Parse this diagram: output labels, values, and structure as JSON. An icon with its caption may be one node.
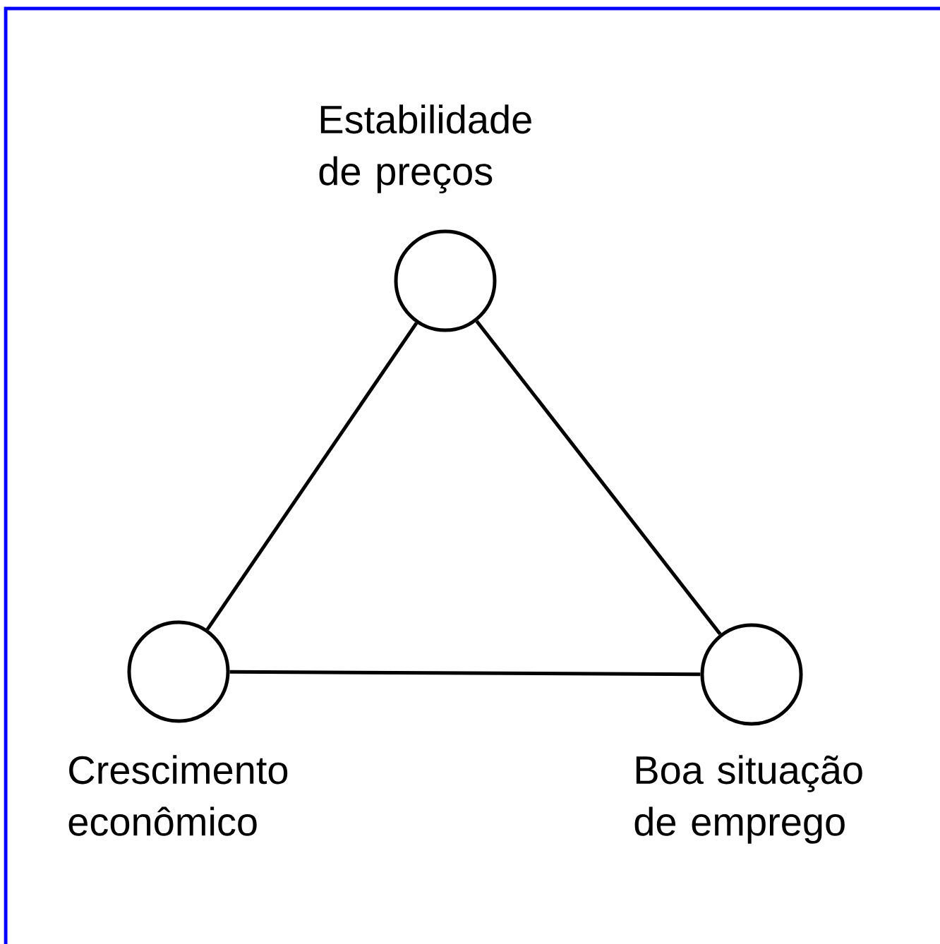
{
  "diagram": {
    "nodes": [
      {
        "text": [
          "Estabilidade de preços"
        ]
      },
      {
        "text": [
          "Crescimento econômico"
        ]
      },
      {
        "text": [
          "Boa situação de emprego"
        ]
      }
    ],
    "edges": [
      {
        "from": 0,
        "to": 1,
        "arrow": "none"
      },
      {
        "from": 1,
        "to": 2,
        "arrow": "none"
      },
      {
        "from": 0,
        "to": 2,
        "arrow": "none"
      }
    ]
  }
}
